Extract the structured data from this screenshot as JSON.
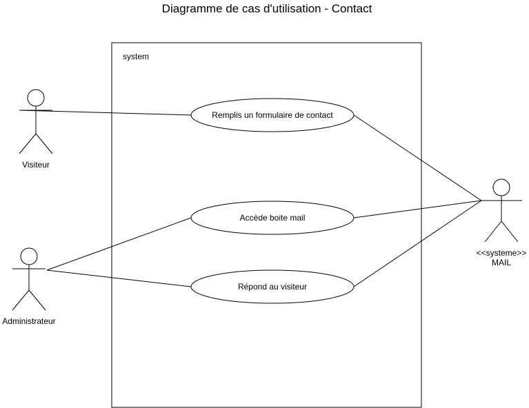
{
  "title": "Diagramme de cas d'utilisation - Contact",
  "system_boundary": {
    "label": "system"
  },
  "actors": [
    {
      "label": "Visiteur",
      "icon": "stick-figure-icon"
    },
    {
      "label": "Administrateur",
      "icon": "stick-figure-icon"
    },
    {
      "label_stereotype": "<<systeme>>",
      "label": "MAIL",
      "icon": "stick-figure-icon"
    }
  ],
  "use_cases": [
    {
      "label": "Remplis un formulaire de contact"
    },
    {
      "label": "Accède boite mail"
    },
    {
      "label": "Répond au visiteur"
    }
  ],
  "colors": {
    "stroke": "#000000",
    "background": "#ffffff"
  }
}
